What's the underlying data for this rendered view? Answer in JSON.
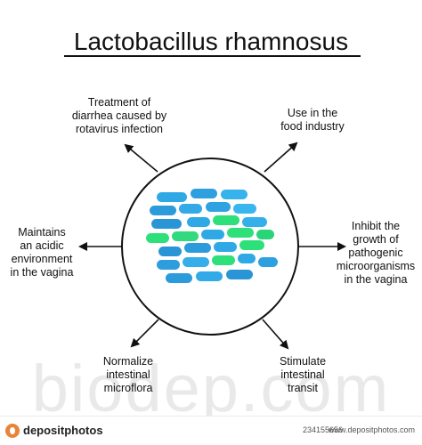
{
  "title": "Lactobacillus rhamnosus",
  "labels": {
    "top_left": [
      "Treatment of",
      "diarrhea caused by",
      "rotavirus infection"
    ],
    "top_right": [
      "Use in the",
      "food industry"
    ],
    "left": [
      "Maintains",
      "an acidic",
      "environment",
      "in the vagina"
    ],
    "right": [
      "Inhibit the",
      "growth of",
      "pathogenic",
      "microorganisms",
      "in the vagina"
    ],
    "bottom_left": [
      "Normalize",
      "intestinal",
      "microflora"
    ],
    "bottom_right": [
      "Stimulate",
      "intestinal",
      "transit"
    ]
  },
  "colors": {
    "bacteria_blue": "#2fa9e6",
    "bacteria_green": "#2ee07a",
    "ink": "#111111"
  },
  "watermark": "biodep.com",
  "footer": {
    "brand": "depositphotos",
    "image_id": "234155656",
    "url": "www.depositphotos.com"
  }
}
